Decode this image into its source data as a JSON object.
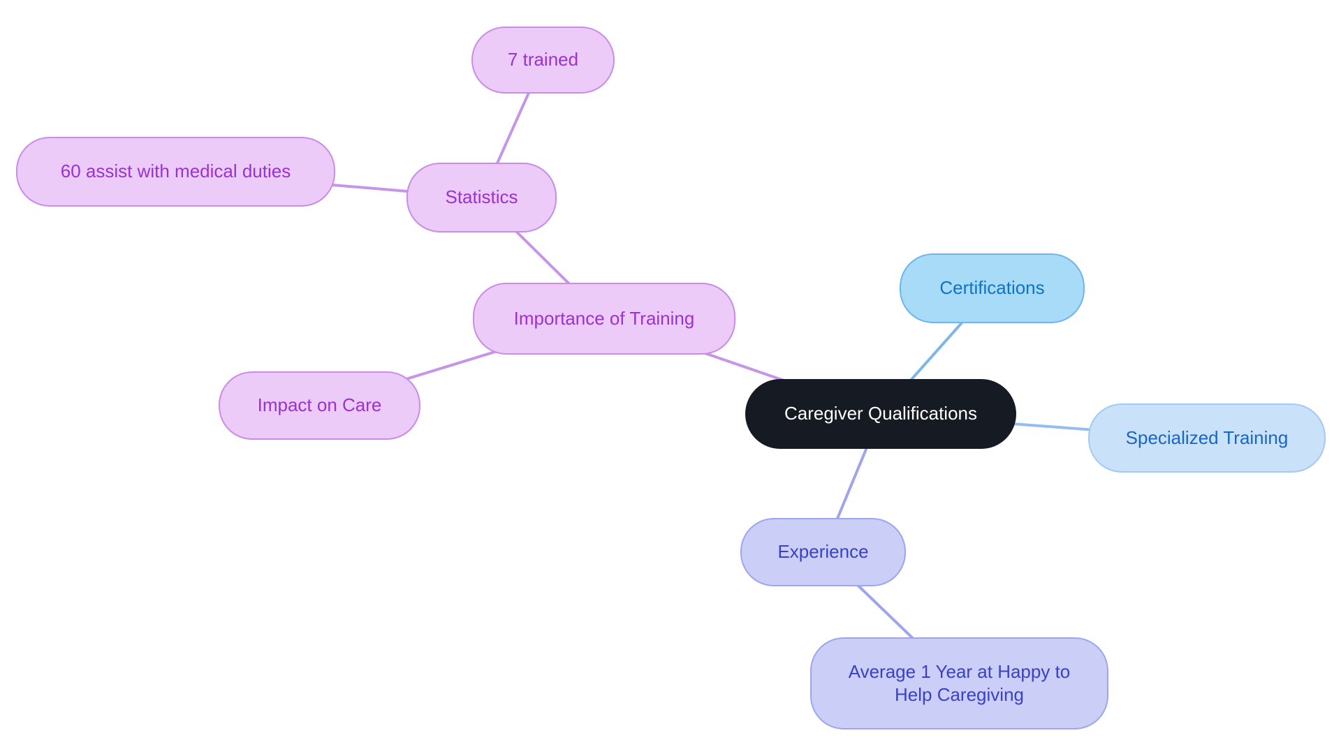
{
  "mindmap": {
    "background_color": "#ffffff",
    "root_id": "central",
    "nodes": {
      "central": {
        "label": "Caregiver Qualifications",
        "fill": "#151a23",
        "text_color": "#ffffff"
      },
      "certifications": {
        "label": "Certifications",
        "fill": "#a8dbf8",
        "border_color": "#6fb5ed",
        "text_color": "#1173c2"
      },
      "specialized_training": {
        "label": "Specialized Training",
        "fill": "#c9e1f9",
        "border_color": "#a4c9f4",
        "text_color": "#1766c4"
      },
      "experience": {
        "label": "Experience",
        "fill": "#cbcef6",
        "border_color": "#9da5ef",
        "text_color": "#3a41c7"
      },
      "average_tenure": {
        "label": "Average 1 Year at Happy to Help Caregiving",
        "fill": "#cbcef6",
        "border_color": "#9da5ef",
        "text_color": "#3a41c7"
      },
      "importance_of_training": {
        "label": "Importance of Training",
        "fill": "#eccbf8",
        "border_color": "#c98ce9",
        "text_color": "#9a31d1"
      },
      "statistics": {
        "label": "Statistics",
        "fill": "#eccbf8",
        "border_color": "#c98ce9",
        "text_color": "#9a31d1"
      },
      "trained_count": {
        "label": "7 trained",
        "fill": "#eccbf8",
        "border_color": "#c98ce9",
        "text_color": "#9a31d1"
      },
      "medical_duties": {
        "label": "60 assist with medical duties",
        "fill": "#eccbf8",
        "border_color": "#c98ce9",
        "text_color": "#9a31d1"
      },
      "impact_on_care": {
        "label": "Impact on Care",
        "fill": "#eccbf8",
        "border_color": "#c98ce9",
        "text_color": "#9a31d1"
      }
    },
    "edges": [
      {
        "from": "central",
        "to": "importance_of_training",
        "color": "#c795e8"
      },
      {
        "from": "importance_of_training",
        "to": "statistics",
        "color": "#c795e8"
      },
      {
        "from": "importance_of_training",
        "to": "impact_on_care",
        "color": "#c795e8"
      },
      {
        "from": "statistics",
        "to": "trained_count",
        "color": "#c795e8"
      },
      {
        "from": "statistics",
        "to": "medical_duties",
        "color": "#c795e8"
      },
      {
        "from": "central",
        "to": "certifications",
        "color": "#7db6e8"
      },
      {
        "from": "central",
        "to": "specialized_training",
        "color": "#93beef"
      },
      {
        "from": "central",
        "to": "experience",
        "color": "#9fa5ed"
      },
      {
        "from": "experience",
        "to": "average_tenure",
        "color": "#9fa5ed"
      }
    ]
  }
}
